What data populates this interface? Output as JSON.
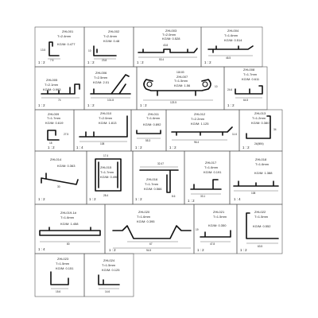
{
  "items": [
    {
      "code": "ZHL001",
      "spec1": "T=2.4mm",
      "spec2": "KG/M: 0.477",
      "scale": "1 : 2",
      "dims": [
        "13.5",
        "7.5",
        "16.5"
      ]
    },
    {
      "code": "ZHL002",
      "spec1": "T=2.4mm",
      "spec2": "KG/M: 0.48",
      "scale": "1 : 2",
      "dims": [
        "10",
        "23.8"
      ]
    },
    {
      "code": "ZHL003",
      "spec1": "T=2.0mm",
      "spec2": "KG/M: 0.528",
      "scale": "1 : 2",
      "dims": [
        "43.8",
        "53.4"
      ]
    },
    {
      "code": "ZHL004",
      "spec1": "T=1.6mm",
      "spec2": "KG/M: 0.514",
      "scale": "1 : 2",
      "dims": [
        "46.5"
      ]
    },
    {
      "code": "ZHL005",
      "spec1": "T=2.1mm",
      "spec2": "KG/M: 0.993",
      "scale": "1 : 2",
      "dims": [
        "74"
      ]
    },
    {
      "code": "ZHL006",
      "spec1": "T=2.5mm",
      "spec2": "KG/M: 2.01",
      "scale": "1 : 2",
      "dims": [
        "101.8"
      ]
    },
    {
      "code": "ZHL007",
      "spec1": "T=1.5mm",
      "spec2": "KG/M: 1.56",
      "scale": "1 : 2",
      "dims": [
        "118.83",
        "10",
        "123.5"
      ]
    },
    {
      "code": "ZHL008",
      "spec1": "T=1.7mm",
      "spec2": "KG/M: 0.611",
      "scale": "1 : 2",
      "dims": [
        "24.6",
        "64.5"
      ]
    },
    {
      "code": "ZHL009",
      "spec1": "T=1.7mm",
      "spec2": "KG/M: 0.619",
      "scale": "1 : 2",
      "dims": [
        "27.5",
        "18"
      ]
    },
    {
      "code": "ZHL010",
      "spec1": "T=2.0mm",
      "spec2": "KG/M: 1.813",
      "scale": "1 : 4",
      "dims": [
        "108"
      ]
    },
    {
      "code": "ZHL011",
      "spec1": "T=1.6mm",
      "spec2": "KG/M: 0.892",
      "scale": "1 : 2",
      "dims": [
        "55.3"
      ]
    },
    {
      "code": "ZHL012",
      "spec1": "T=2.2mm",
      "spec2": "KG/M: 1.125",
      "scale": "1 : 2",
      "dims": [
        "96.4",
        "11.6"
      ]
    },
    {
      "code": "ZHL013",
      "spec1": "T=1.2mm",
      "spec2": "KG/M: 0.380",
      "scale": "1 : 2",
      "dims": [
        "34",
        "24(MIN)"
      ]
    },
    {
      "code": "ZHL014",
      "spec1": "",
      "spec2": "KG/M: 0.363",
      "scale": "1 : 2",
      "dims": [
        "30"
      ]
    },
    {
      "code": "ZHL015",
      "spec1": "T=1.7mm",
      "spec2": "KG/M: 0.496",
      "scale": "1 : 2",
      "dims": [
        "17.4",
        "28.4"
      ]
    },
    {
      "code": "ZHL016",
      "spec1": "T=1.7mm",
      "spec2": "KG/M: 0.566",
      "scale": "1 : 2",
      "dims": [
        "32.47",
        "8.6"
      ]
    },
    {
      "code": "ZHL017",
      "spec1": "T=1.6mm",
      "spec2": "KG/M: 0.191",
      "scale": "1 : 2",
      "dims": [
        "33.1"
      ]
    },
    {
      "code": "ZHL018",
      "spec1": "T=1.6mm",
      "spec2": "KG/M: 1.388",
      "scale": "1 : 4",
      "dims": [
        "108"
      ]
    },
    {
      "code": "ZHL019-1#",
      "spec1": "T=1.6mm",
      "spec2": "KG/M: 1.458",
      "scale": "1 : 4",
      "dims": [
        "80"
      ]
    },
    {
      "code": "ZHL020",
      "spec1": "T=1.6mm",
      "spec2": "KG/M: 0.395",
      "scale": "1 : 2",
      "dims": [
        "67",
        "94.5"
      ]
    },
    {
      "code": "ZHL021",
      "spec1": "T=1.5mm",
      "spec2": "KG/M: 0.350",
      "scale": "1 : 2",
      "dims": [
        "47.8",
        "19"
      ]
    },
    {
      "code": "ZHL022",
      "spec1": "T=1.5mm",
      "spec2": "KG/M: 0.552",
      "scale": "1 : 2",
      "dims": [
        "63.5"
      ]
    },
    {
      "code": "ZHL023",
      "spec1": "T=1.5mm",
      "spec2": "KG/M: 0.151",
      "scale": "1 : 2",
      "dims": [
        "15.6"
      ]
    },
    {
      "code": "ZHL024",
      "spec1": "T=1.5mm",
      "spec2": "KG/M: 0.125",
      "scale": "1 : 2",
      "dims": [
        "14.6"
      ]
    }
  ]
}
